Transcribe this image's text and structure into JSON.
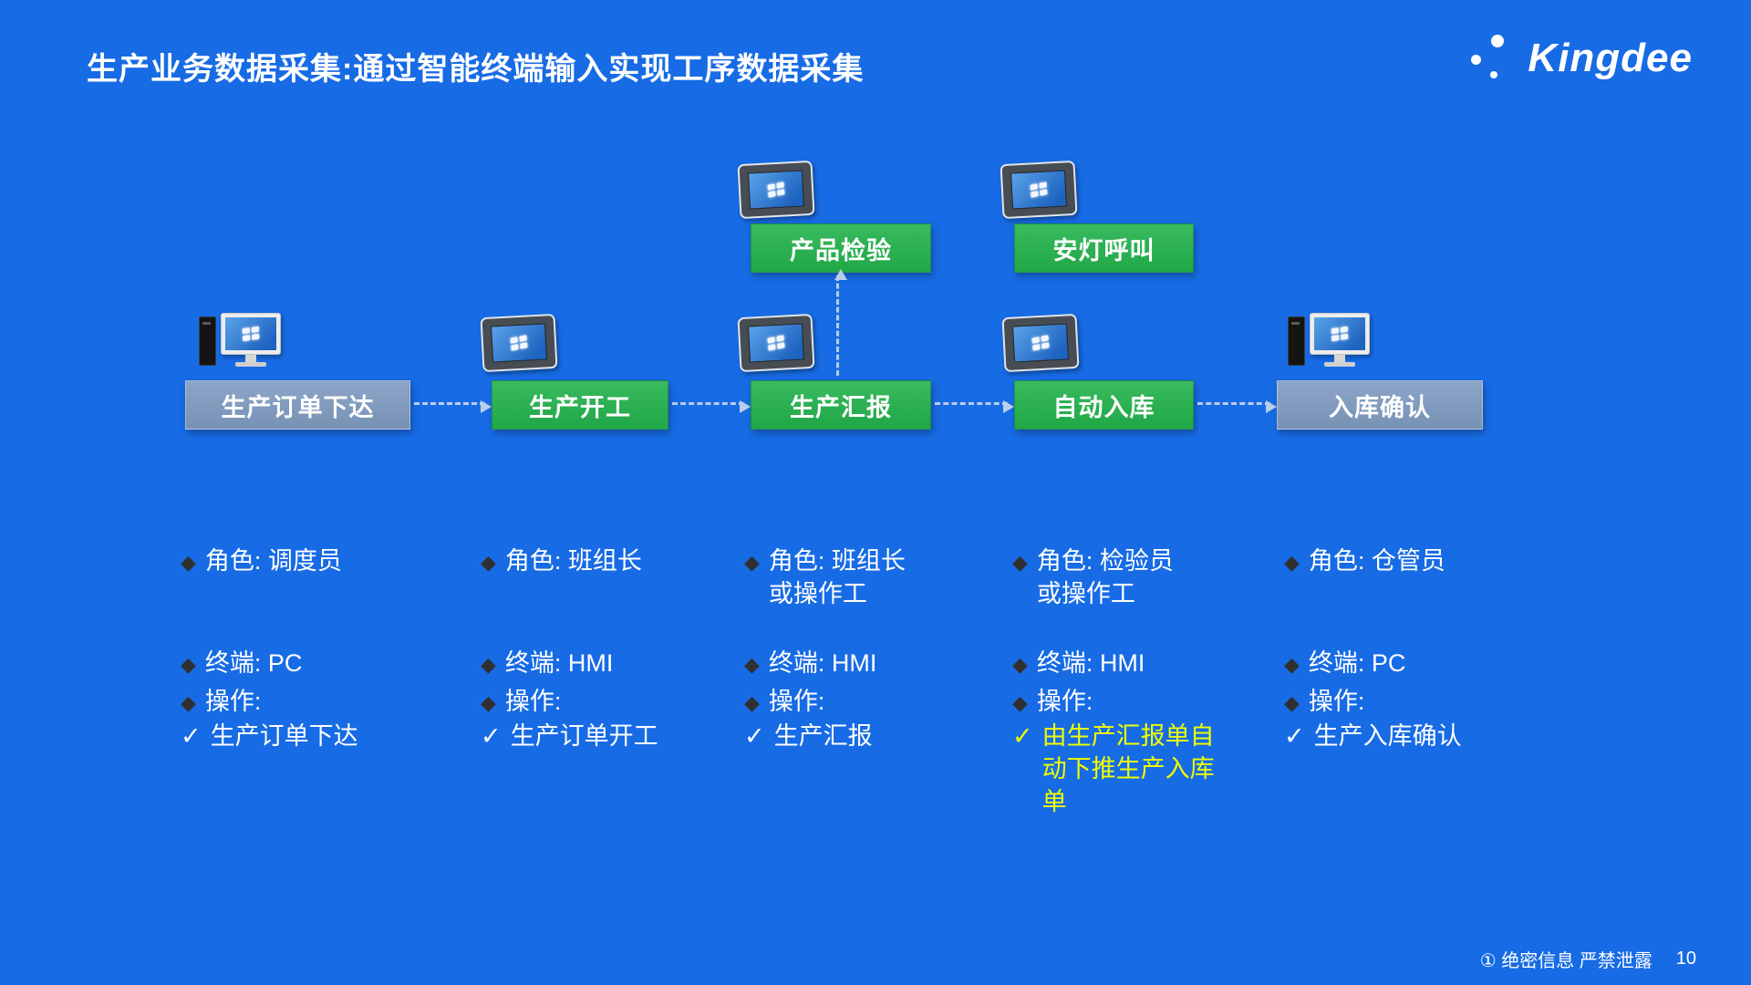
{
  "slide": {
    "title": "生产业务数据采集:通过智能终端输入实现工序数据采集",
    "logo_text": "Kingdee",
    "footer_text": "① 绝密信息 严禁泄露",
    "page_number": "10",
    "colors": {
      "background": "#176BE5",
      "green_box": "#22B24C",
      "slate_box": "#7F9BC1",
      "highlight_text": "#EEFF00",
      "arrow": "#CBD9EB"
    }
  },
  "flow": {
    "branch_nodes": [
      {
        "label": "产品检验",
        "device": "hmi-tablet"
      },
      {
        "label": "安灯呼叫",
        "device": "hmi-tablet"
      }
    ],
    "main_nodes": [
      {
        "label": "生产订单下达",
        "device": "pc",
        "style": "slate"
      },
      {
        "label": "生产开工",
        "device": "hmi-tablet",
        "style": "green"
      },
      {
        "label": "生产汇报",
        "device": "hmi-tablet",
        "style": "green"
      },
      {
        "label": "自动入库",
        "device": "hmi-tablet",
        "style": "green"
      },
      {
        "label": "入库确认",
        "device": "pc",
        "style": "slate"
      }
    ]
  },
  "details": [
    {
      "role_line1": "角色: 调度员",
      "role_line2": "",
      "terminal": "终端: PC",
      "operation_label": "操作:",
      "operation": "生产订单下达",
      "highlight": false
    },
    {
      "role_line1": "角色: 班组长",
      "role_line2": "",
      "terminal": "终端: HMI",
      "operation_label": "操作:",
      "operation": "生产订单开工",
      "highlight": false
    },
    {
      "role_line1": "角色: 班组长",
      "role_line2": "或操作工",
      "terminal": "终端: HMI",
      "operation_label": "操作:",
      "operation": "生产汇报",
      "highlight": false
    },
    {
      "role_line1": "角色: 检验员",
      "role_line2": "或操作工",
      "terminal": "终端: HMI",
      "operation_label": "操作:",
      "operation": "由生产汇报单自动下推生产入库单",
      "highlight": true
    },
    {
      "role_line1": "角色: 仓管员",
      "role_line2": "",
      "terminal": "终端: PC",
      "operation_label": "操作:",
      "operation": "生产入库确认",
      "highlight": false
    }
  ]
}
